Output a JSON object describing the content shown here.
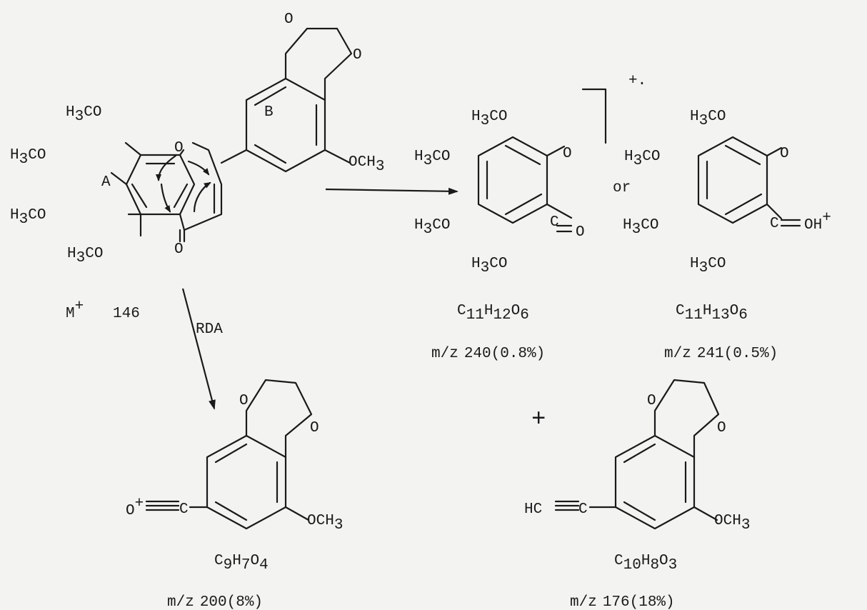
{
  "substituents": {
    "h3co": "H3CO",
    "och3": "OCH3",
    "oxygen": "O",
    "carbon": "C",
    "hc": "HC",
    "oh_plus": "OH+",
    "o_plus": "O+"
  },
  "ring_labels": {
    "a": "A",
    "b": "B"
  },
  "parent": {
    "ion": "M+",
    "mass": "146"
  },
  "arrows": {
    "rda": "RDA"
  },
  "text": {
    "radical_cation": "+.",
    "or": "or",
    "plus": "+"
  },
  "fragments": [
    {
      "id": "frag1",
      "formula": "C11H12O6",
      "mz_label": "m/z",
      "mz": "240(0.8%)"
    },
    {
      "id": "frag2",
      "formula": "C11H13O6",
      "mz_label": "m/z",
      "mz": "241(0.5%)"
    },
    {
      "id": "frag3",
      "formula": "C9H7O4",
      "mz_label": "m/z",
      "mz": "200(8%)"
    },
    {
      "id": "frag4",
      "formula": "C10H8O3",
      "mz_label": "m/z",
      "mz": "176(18%)"
    }
  ]
}
